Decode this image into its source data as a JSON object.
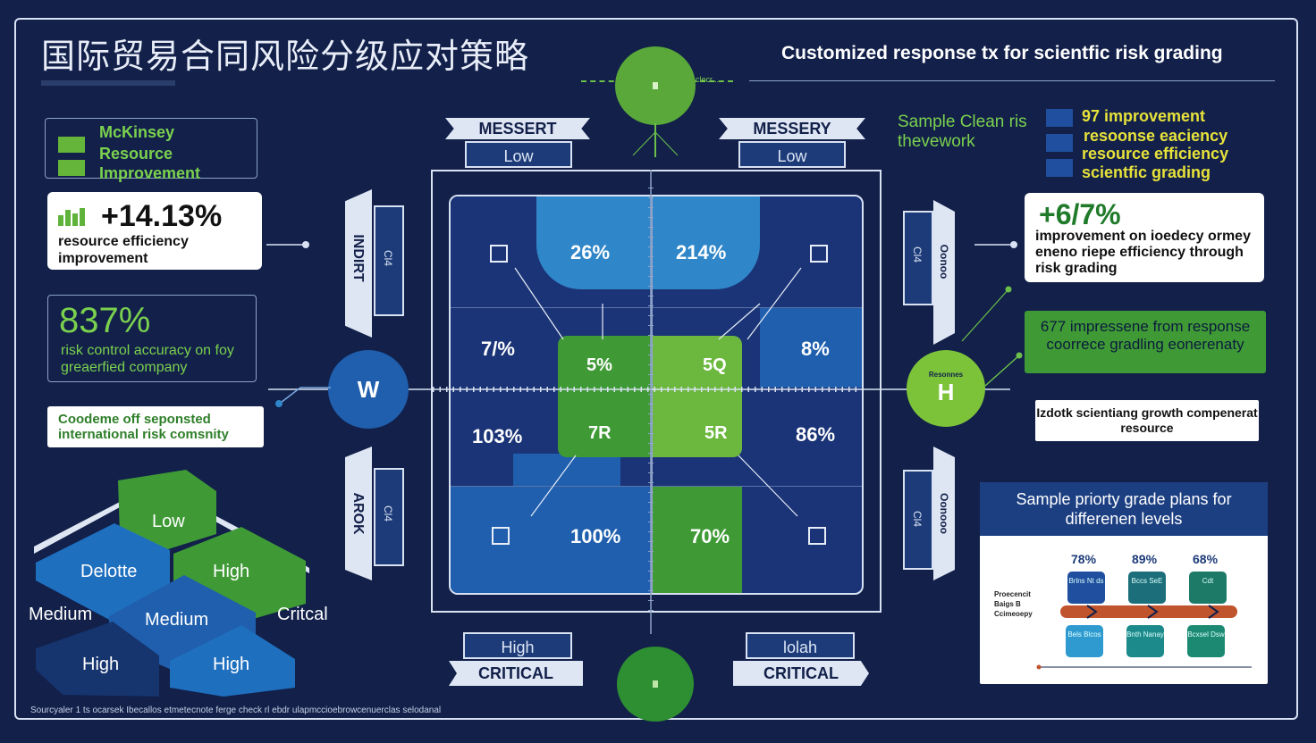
{
  "header": {
    "title_cn": "国际贸易合同风险分级应对策略",
    "title_en": "Customized response tx for scientfic risk grading"
  },
  "left_legend": {
    "items": [
      "McKinsey",
      "Resource",
      "Improvement"
    ]
  },
  "left_stats": [
    {
      "value": "+14.13%",
      "label": "resource efficiency improvement"
    },
    {
      "value": "837%",
      "label": "risk control accuracy on foy greaerfied company"
    },
    {
      "value": "",
      "label": "Coodeme off seponsted international risk comsnity"
    }
  ],
  "hexagons": {
    "cells": [
      "Low",
      "Delotte",
      "High",
      "Medium",
      "High",
      "High"
    ],
    "outside": {
      "left": "Medium",
      "right": "Critcal"
    }
  },
  "matrix": {
    "top_tags": [
      {
        "flag": "MESSERT",
        "tag": "Low"
      },
      {
        "flag": "MESSERY",
        "tag": "Low"
      }
    ],
    "bottom_tags": [
      {
        "tag": "High",
        "flag": "CRITICAL"
      },
      {
        "tag": "lolah",
        "flag": "CRITICAL"
      }
    ],
    "side_flags": {
      "left_top": "INDIRT",
      "left_top_small": "Cl4",
      "left_bottom": "AROK",
      "left_bottom_small": "Cl4",
      "right_top": "Cl4",
      "right_top_small": "Oonoo",
      "right_bottom": "Cl4",
      "right_bottom_small": "Oonooo"
    },
    "cells": {
      "r1": [
        "26%",
        "214%"
      ],
      "r2": [
        "7/%",
        "5%",
        "5Q",
        "8%"
      ],
      "r3": [
        "103%",
        "7R",
        "5R",
        "86%"
      ],
      "r4": [
        "100%",
        "70%"
      ]
    },
    "circle_left": "W",
    "circle_right": "H",
    "circle_right_small": "Resonnes",
    "top_dots_text": "clecr..."
  },
  "right_legend": {
    "heading": "Sample Clean ris thevework",
    "items": [
      "97 improvement",
      "resoonse eaciency",
      "resource efficiency",
      "scientfic grading"
    ]
  },
  "right_stats": [
    {
      "value": "+6/7%",
      "label": "improvement on ioedecy ormey eneno riepe efficiency through risk grading"
    },
    {
      "label": "677 impressene from response coorrece gradling eonerenaty"
    },
    {
      "label": "Izdotk scientiang growth compenerat resource"
    }
  ],
  "plan_panel": {
    "title": "Sample priorty grade plans for differenen levels",
    "percents": [
      "78%",
      "89%",
      "68%"
    ],
    "side_label": "Proecencit Baigs B Ccimeoepy",
    "top_boxes": [
      "Brlns Nt ds",
      "Bccs SeE",
      "Cdt"
    ],
    "bottom_boxes": [
      "Bels Blcos",
      "Bnth Nanay",
      "Bcxsel Dsw"
    ]
  },
  "footer": "Sourcyaler 1 ts ocarsek Ibecallos etmetecnote ferge check rl ebdr ulapmccioebrowcenuerclas selodanal",
  "colors": {
    "background": "#12204a",
    "accent_green": "#5fb33a",
    "accent_blue": "#1f5fae",
    "accent_yellow": "#e7e23a"
  }
}
